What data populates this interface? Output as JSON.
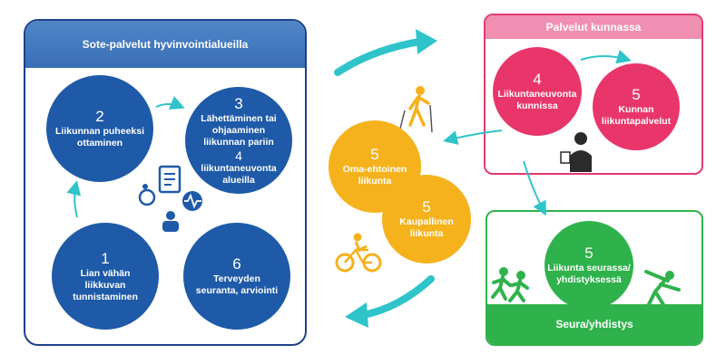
{
  "sote_panel": {
    "title": "Sote-palvelut hyvinvointialueilla"
  },
  "palvelut_panel": {
    "title": "Palvelut kunnassa"
  },
  "seura_panel": {
    "title": "Seura/yhdistys"
  },
  "steps": {
    "s1": {
      "number": "1",
      "label": "Lian vähän\nliikkuvan\ntunnistaminen"
    },
    "s2": {
      "number": "2",
      "label": "Liikunnan puheeksi\nottaminen"
    },
    "s3": {
      "number": "3",
      "label": "Lähettäminen tai\nohjaaminen\nliikunnan pariin"
    },
    "s3b": {
      "number": "4",
      "label": "liikuntaneuvonta\nalueilla"
    },
    "s6": {
      "number": "6",
      "label": "Terveyden\nseuranta, arviointi"
    },
    "k4": {
      "number": "4",
      "label": "Liikuntaneuvonta\nkunnissa"
    },
    "k5": {
      "number": "5",
      "label": "Kunnan\nliikuntapalvelut"
    },
    "o5a": {
      "number": "5",
      "label": "Oma-ehtoinen\nliikunta"
    },
    "o5b": {
      "number": "5",
      "label": "Kaupallinen\nliikunta"
    },
    "g5": {
      "number": "5",
      "label": "Liikunta seurassa/\nyhdistyksessä"
    }
  },
  "colors": {
    "sote_blue": "#1e5aa8",
    "kunta_pink": "#e8366b",
    "oma_orange": "#f5b21c",
    "seura_green": "#2fb24c",
    "arrow_teal": "#2ec4c9"
  },
  "icons": [
    "health-services-icon",
    "hiker-icon",
    "cyclist-icon",
    "counselor-icon",
    "runners-icon",
    "stretching-icon"
  ]
}
